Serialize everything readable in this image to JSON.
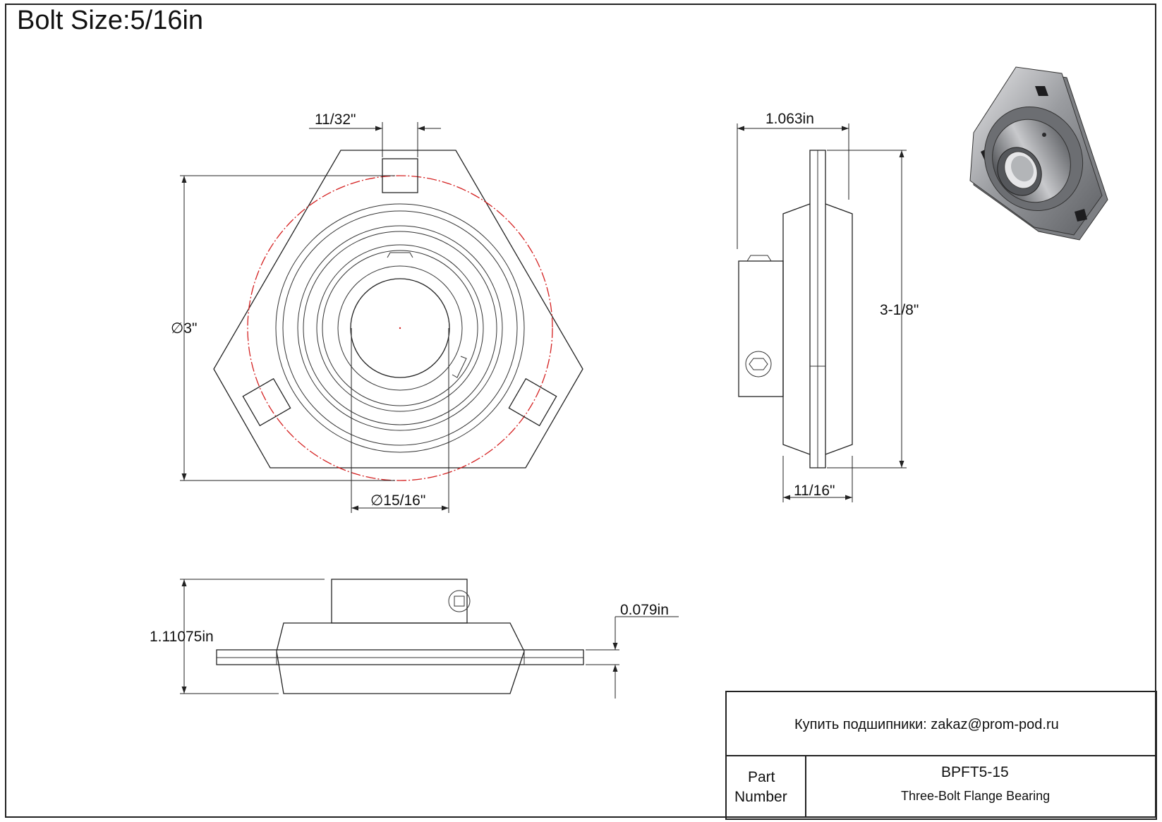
{
  "title": "Bolt Size:5/16in",
  "dimensions": {
    "slot_width": "11/32\"",
    "bolt_circle": "∅3\"",
    "bore": "∅15/16\"",
    "overall_depth": "1.063in",
    "overall_height": "3-1/8\"",
    "housing_depth": "11/16\"",
    "total_height": "1.11075in",
    "flange_thickness": "0.079in"
  },
  "title_block": {
    "buy_line": "Купить подшипники: zakaz@prom-pod.ru",
    "part_label_line1": "Part",
    "part_label_line2": "Number",
    "part_number": "BPFT5-15",
    "description": "Three-Bolt Flange Bearing"
  },
  "colors": {
    "line": "#222222",
    "bolt_circle": "#d42020"
  }
}
